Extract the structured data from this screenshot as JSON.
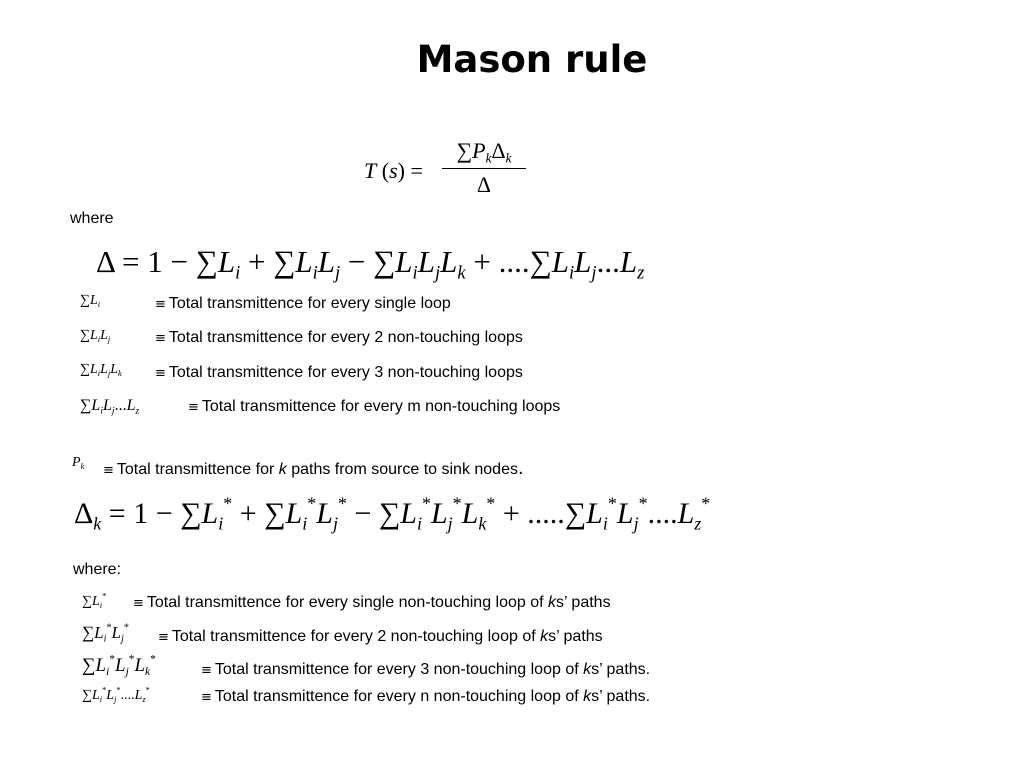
{
  "title": "Mason rule",
  "transfer_function": {
    "lhs": "T (s) =",
    "sum_sign": "∑",
    "numerator_P": "P",
    "sub_k": "k",
    "delta": "Δ"
  },
  "where_1": "where",
  "delta_expression": {
    "delta": "Δ",
    "eq_one_minus": " = 1 − ",
    "sum": "∑",
    "L": "L",
    "i": "i",
    "j": "j",
    "k": "k",
    "z": "z",
    "plus": " + ",
    "minus": " − ",
    "dots4_plus": " + ....",
    "ellipsis": "..."
  },
  "loop_defs": [
    {
      "symbol_html": "sum-Li",
      "text": "Total transmittence for every single loop"
    },
    {
      "symbol_html": "sum-LiLj",
      "text": "Total transmittence for every 2 non-touching loops"
    },
    {
      "symbol_html": "sum-LiLjLk",
      "text": "Total transmittence for every 3 non-touching loops"
    },
    {
      "symbol_html": "sum-LiLj...Lz",
      "text": "Total transmittence for every m non-touching loops"
    }
  ],
  "equiv": "≡",
  "path_def": {
    "P": "P",
    "k": "k",
    "text_before": "Total transmittence for ",
    "text_k": "k",
    "text_after": " paths from source to sink nodes",
    "period": "."
  },
  "delta_k_expression": {
    "delta": "Δ",
    "k": "k",
    "eq_one_minus": " = 1 − ",
    "sum": "∑",
    "L": "L",
    "star": "*",
    "i": "i",
    "j": "j",
    "z": "z",
    "plus": " + ",
    "minus": " − ",
    "dots5_plus": " + .....",
    "dots4": "...."
  },
  "where_2": "where:",
  "nontouching_defs": [
    {
      "before": "Total transmittence for every single non-touching loop of ",
      "k": "k",
      "after": "s’ paths"
    },
    {
      "before": "Total transmittence for every  2 non-touching loop of ",
      "k": "k",
      "after": "s’ paths"
    },
    {
      "before": "Total transmittence for every 3 non-touching loop of ",
      "k": "k",
      "after": "s’ paths."
    },
    {
      "before": "Total transmittence for every n non-touching loop of ",
      "k": "k",
      "after": "s’ paths."
    }
  ]
}
